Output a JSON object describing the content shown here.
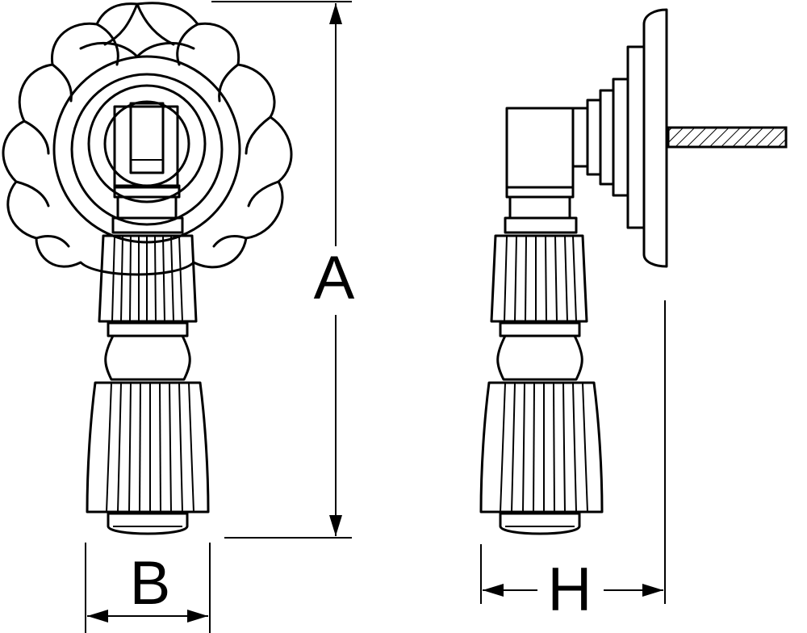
{
  "dimensions": {
    "a": {
      "label": "A"
    },
    "b": {
      "label": "B"
    },
    "h": {
      "label": "H"
    }
  }
}
